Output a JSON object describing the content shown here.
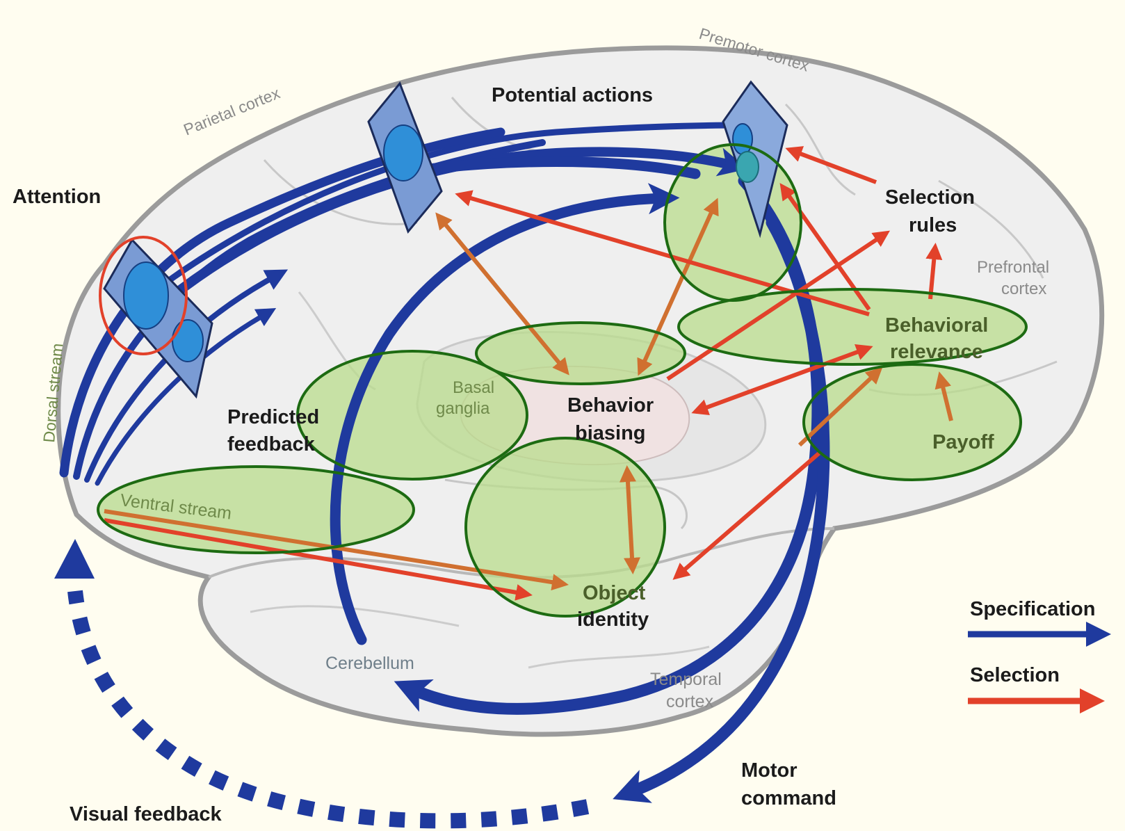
{
  "labels": {
    "attention": "Attention",
    "potential_actions": "Potential actions",
    "parietal_cortex": "Parietal cortex",
    "premotor_cortex": "Premotor cortex",
    "selection_rules_1": "Selection",
    "selection_rules_2": "rules",
    "prefrontal_cortex_1": "Prefrontal",
    "prefrontal_cortex_2": "cortex",
    "behavioral_relevance_1": "Behavioral",
    "behavioral_relevance_2": "relevance",
    "payoff": "Payoff",
    "behavior_biasing_1": "Behavior",
    "behavior_biasing_2": "biasing",
    "basal_ganglia_1": "Basal",
    "basal_ganglia_2": "ganglia",
    "predicted_feedback_1": "Predicted",
    "predicted_feedback_2": "feedback",
    "dorsal_stream": "Dorsal stream",
    "ventral_stream": "Ventral stream",
    "object_identity_1": "Object",
    "object_identity_2": "identity",
    "cerebellum": "Cerebellum",
    "temporal_cortex_1": "Temporal",
    "temporal_cortex_2": "cortex",
    "motor_command_1": "Motor",
    "motor_command_2": "command",
    "visual_feedback": "Visual feedback"
  },
  "legend": {
    "specification": "Specification",
    "selection": "Selection"
  },
  "colors": {
    "specification": "#1f3a9e",
    "selection": "#e2412a",
    "highlight_fill": "#b9dc8c",
    "highlight_stroke": "#1d6b12",
    "brain_outline": "#9b9b9b",
    "brain_fill": "#efefef"
  }
}
